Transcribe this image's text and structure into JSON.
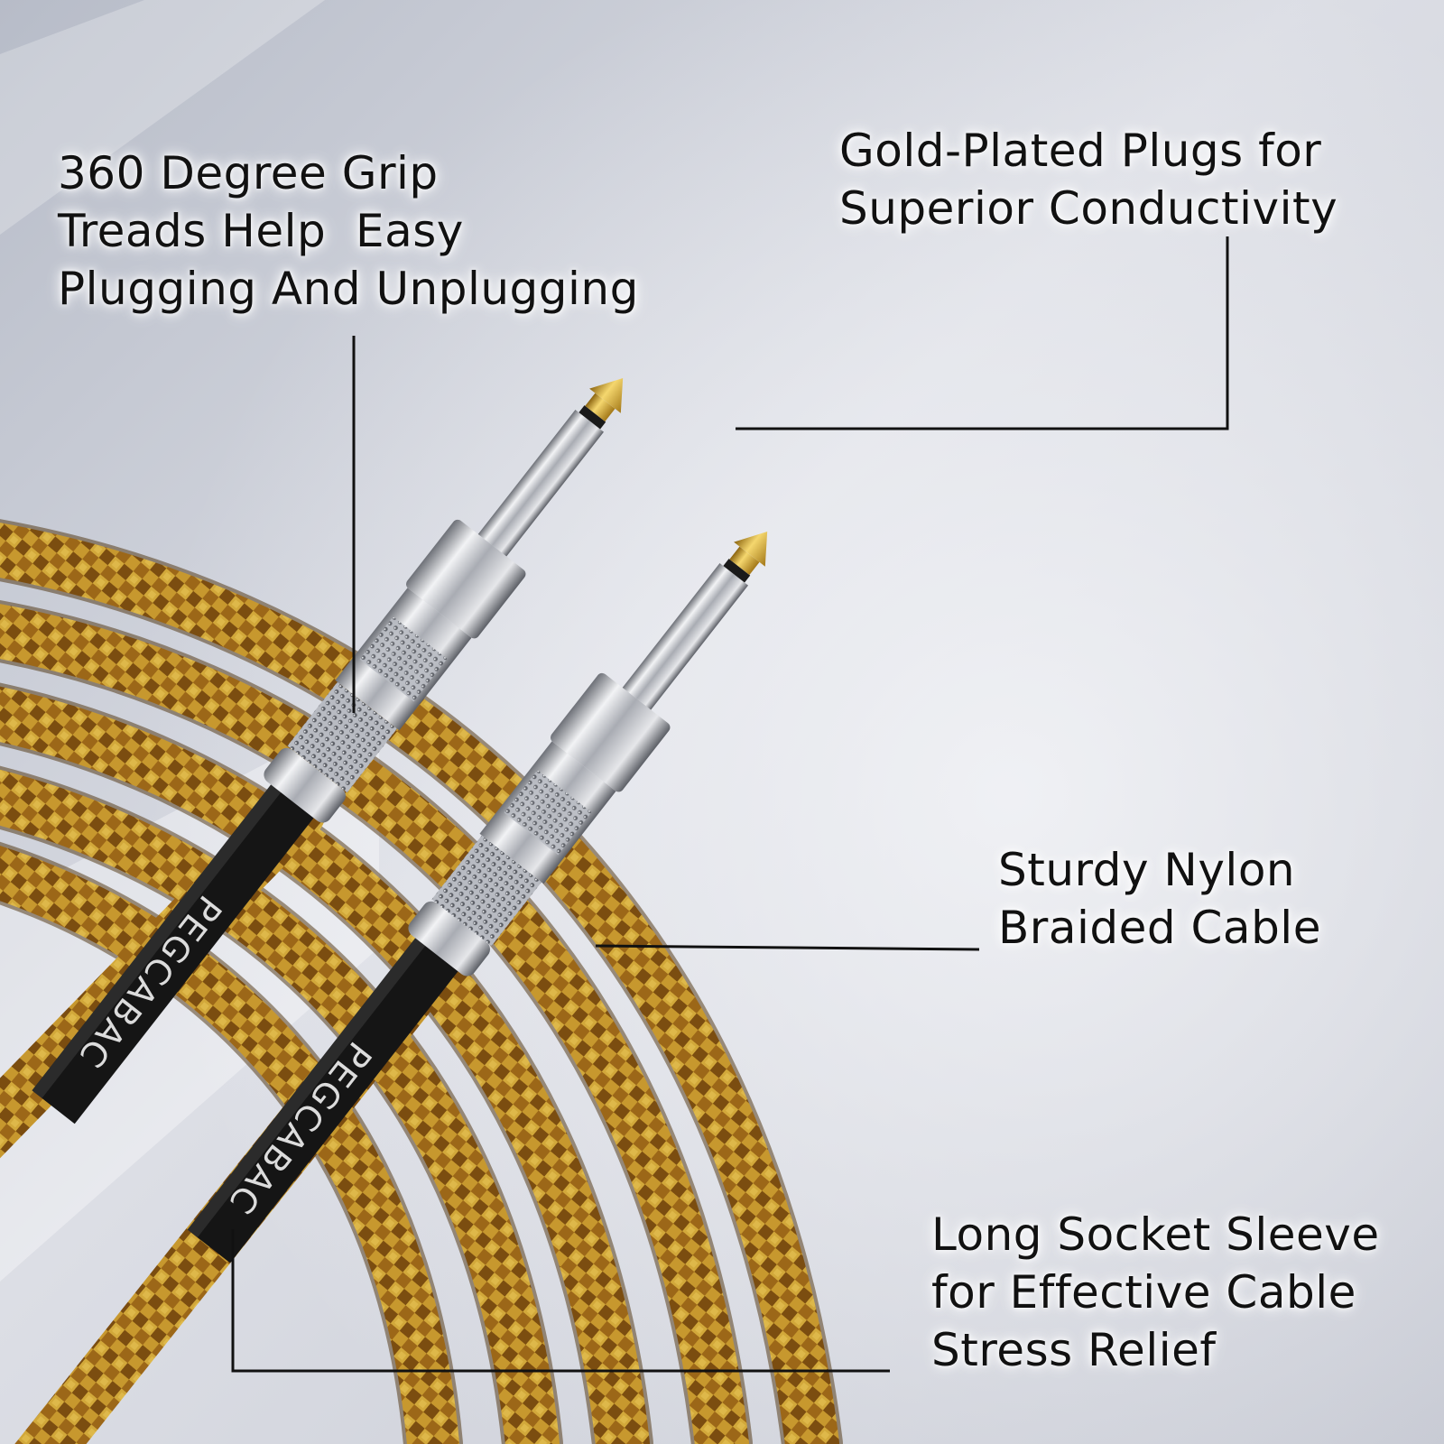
{
  "callouts": {
    "grip": [
      "360 Degree Grip",
      "Treads Help  Easy",
      "Plugging And Unplugging"
    ],
    "gold": [
      "Gold-Plated Plugs for",
      "Superior Conductivity"
    ],
    "nylon": [
      "Sturdy Nylon",
      "Braided Cable"
    ],
    "sleeve": [
      "Long Socket Sleeve",
      "for Effective Cable",
      "Stress Relief"
    ]
  },
  "brand": "PEGCABAC",
  "colors": {
    "background": "#c9ccd6",
    "braid_dark": "#8a5a12",
    "braid_light": "#d4ac3c",
    "sleeve": "#161616",
    "chrome": "#c9ccd2",
    "gold_tip": "#d8ae38",
    "leader_line": "#111111"
  }
}
